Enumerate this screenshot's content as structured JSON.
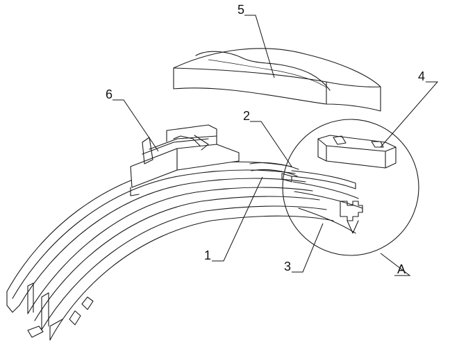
{
  "labels": {
    "l1": "1",
    "l2": "2",
    "l3": "3",
    "l4": "4",
    "l5": "5",
    "l6": "6",
    "detail": "A"
  }
}
